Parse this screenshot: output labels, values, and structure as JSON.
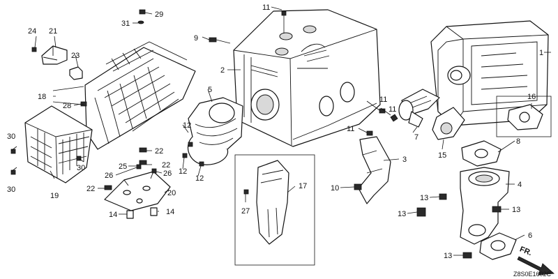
{
  "diagram": {
    "callouts": {
      "c1": "1",
      "c2": "2",
      "c3": "3",
      "c4": "4",
      "c5": "5",
      "c6": "6",
      "c7": "7",
      "c8": "8",
      "c9": "9",
      "c10": "10",
      "c11a": "11",
      "c11b": "11",
      "c11c": "11",
      "c11d": "11",
      "c12a": "12",
      "c12b": "12",
      "c12c": "12",
      "c13a": "13",
      "c13b": "13",
      "c13c": "13",
      "c13d": "13",
      "c14a": "14",
      "c14b": "14",
      "c15": "15",
      "c16": "16",
      "c17": "17",
      "c18": "18",
      "c19": "19",
      "c20": "20",
      "c21": "21",
      "c22a": "22",
      "c22b": "22",
      "c22c": "22",
      "c23": "23",
      "c24": "24",
      "c25": "25",
      "c26a": "26",
      "c26b": "26",
      "c27": "27",
      "c28": "28",
      "c29": "29",
      "c30a": "30",
      "c30b": "30",
      "c30c": "30",
      "c31": "31"
    },
    "direction_label": "FR.",
    "reference_code": "Z8S0E1602C"
  }
}
